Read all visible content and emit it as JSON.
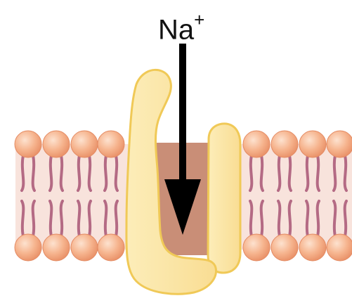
{
  "ion": {
    "symbol": "Na",
    "charge": "+"
  },
  "colors": {
    "background": "#ffffff",
    "lipid_band": "#f8e3dc",
    "lipid_head": "#f3a67e",
    "lipid_head_highlight": "#fde2cf",
    "lipid_tail": "#b46a84",
    "channel_pore": "#c98e77",
    "protein_fill": "#fbe6a6",
    "protein_stroke": "#f0c957",
    "arrow": "#000000"
  },
  "icons": {
    "ion_arrow": "down-arrow",
    "membrane": "lipid-bilayer",
    "channel": "ion-channel-protein"
  }
}
